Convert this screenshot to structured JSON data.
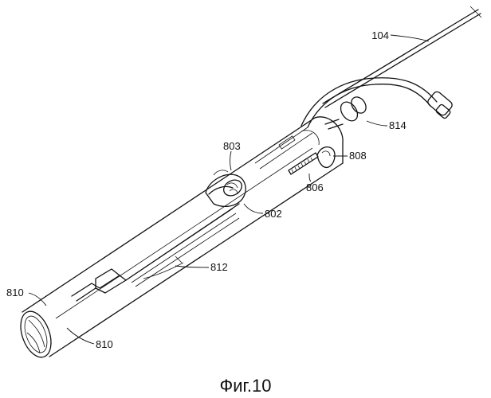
{
  "figure": {
    "caption": "Фиг.10",
    "labels": {
      "l104": "104",
      "l803": "803",
      "l808": "808",
      "l814": "814",
      "l806": "806",
      "l802": "802",
      "l812": "812",
      "l810_top": "810",
      "l810_bottom": "810"
    }
  }
}
